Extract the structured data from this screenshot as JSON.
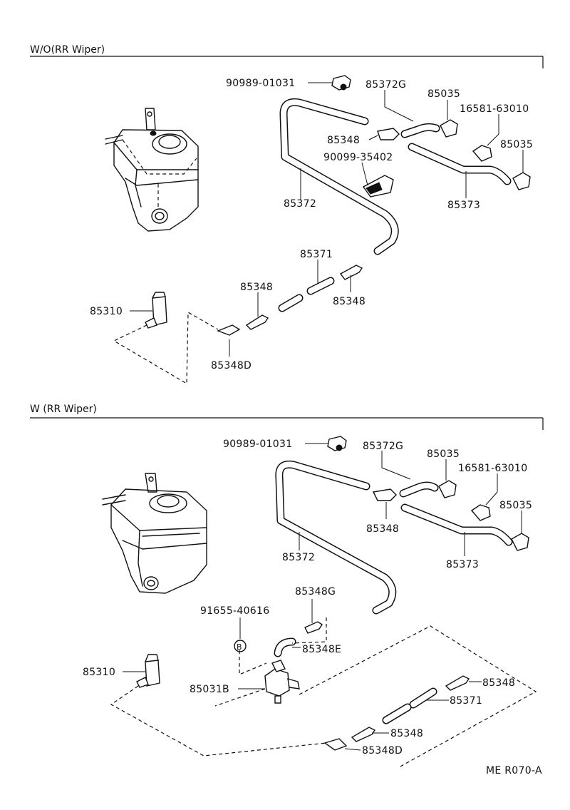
{
  "sections": {
    "top": {
      "header": "W/O(RR Wiper)",
      "labels": {
        "clip_90989": "90989-01031",
        "hose_85372g": "85372G",
        "nozzle_85035_a": "85035",
        "nozzle_16581": "16581-63010",
        "joint_85348_a": "85348",
        "nozzle_85035_b": "85035",
        "clamp_90099": "90099-35402",
        "hose_85372": "85372",
        "hose_85373": "85373",
        "hose_85371": "85371",
        "joint_85348_b": "85348",
        "joint_85348_c": "85348",
        "pump_85310": "85310",
        "elbow_85348d": "85348D"
      }
    },
    "bottom": {
      "header": "W (RR Wiper)",
      "labels": {
        "clip_90989": "90989-01031",
        "hose_85372g": "85372G",
        "nozzle_85035_a": "85035",
        "nozzle_16581": "16581-63010",
        "nozzle_85035_b": "85035",
        "joint_85348_a": "85348",
        "hose_85372": "85372",
        "hose_85373": "85373",
        "joint_85348g": "85348G",
        "bolt_91655": "91655-40616",
        "bolt_mark": "B",
        "elbow_85348e": "85348E",
        "pump_85310": "85310",
        "valve_85031b": "85031B",
        "joint_85348_b": "85348",
        "hose_85371": "85371",
        "joint_85348_c": "85348",
        "elbow_85348d": "85348D"
      }
    }
  },
  "footer": {
    "code": "ME R070-A"
  }
}
